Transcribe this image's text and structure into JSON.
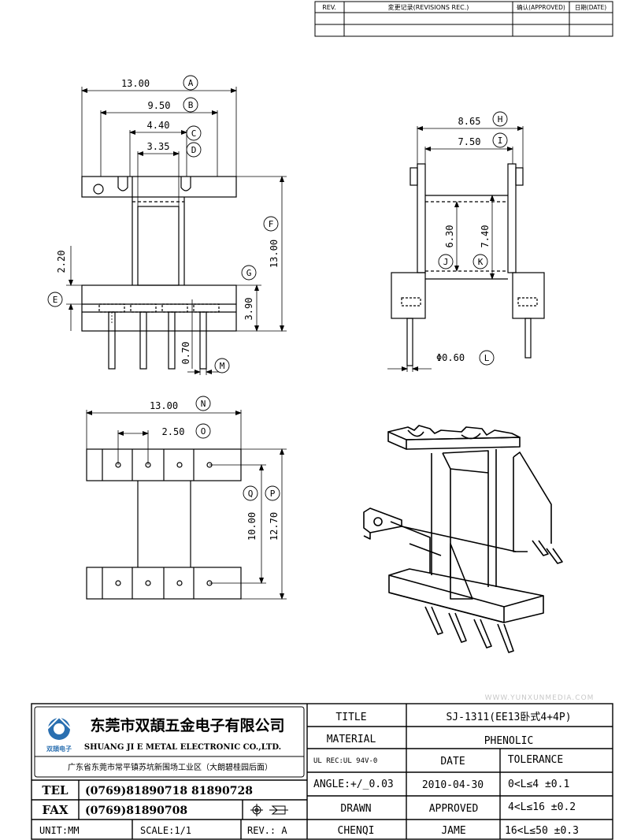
{
  "revision_table": {
    "headers": [
      "REV.",
      "変更记录(REVISIONS REC.)",
      "确认(APPROVED)",
      "日期(DATE)"
    ]
  },
  "dimensions": {
    "A": {
      "letter": "A",
      "value": "13.00"
    },
    "B": {
      "letter": "B",
      "value": "9.50"
    },
    "C": {
      "letter": "C",
      "value": "4.40"
    },
    "D": {
      "letter": "D",
      "value": "3.35"
    },
    "E": {
      "letter": "E",
      "value": "2.20"
    },
    "F": {
      "letter": "F",
      "value": "13.00"
    },
    "G": {
      "letter": "G",
      "value": "3.90"
    },
    "M": {
      "letter": "M",
      "value": "0.70"
    },
    "H": {
      "letter": "H",
      "value": "8.65"
    },
    "I": {
      "letter": "I",
      "value": "7.50"
    },
    "J": {
      "letter": "J",
      "value": "6.30"
    },
    "K": {
      "letter": "K",
      "value": "7.40"
    },
    "L": {
      "letter": "L",
      "value": "Φ0.60"
    },
    "N": {
      "letter": "N",
      "value": "13.00"
    },
    "O": {
      "letter": "O",
      "value": "2.50"
    },
    "Q": {
      "letter": "Q",
      "value": "10.00"
    },
    "P": {
      "letter": "P",
      "value": "12.70"
    }
  },
  "watermark": "WWW.YUNXUNMEDIA.COM",
  "title_block": {
    "company_cn": "东莞市双頡五金电子有限公司",
    "company_en": "SHUANG JI E METAL ELECTRONIC CO.,LTD.",
    "logo_text": "双頡电子",
    "address": "广东省东莞市常平镇苏坑新围场工业区（大朗碧桂园后面）",
    "tel_label": "TEL",
    "tel_value": "(0769)81890718  81890728",
    "fax_label": "FAX",
    "fax_value": "(0769)81890708",
    "unit": "UNIT:MM",
    "scale": "SCALE:1/1",
    "rev": "REV.: A",
    "title_label": "TITLE",
    "title_value": "SJ-1311(EE13卧式4+4P)",
    "material_label": "MATERIAL",
    "material_value": "PHENOLIC",
    "ul": "UL REC:UL 94V-0",
    "date_label": "DATE",
    "tolerance_label": "TOLERANCE",
    "angle": "ANGLE:+/_0.03",
    "date_value": "2010-04-30",
    "tol1": "0<L≤4   ±0.1",
    "drawn_label": "DRAWN",
    "approved_label": "APPROVED",
    "tol2": "4<L≤16  ±0.2",
    "drawn_value": "CHENQI",
    "approved_value": "JAME",
    "tol3": "16<L≤50  ±0.3"
  }
}
